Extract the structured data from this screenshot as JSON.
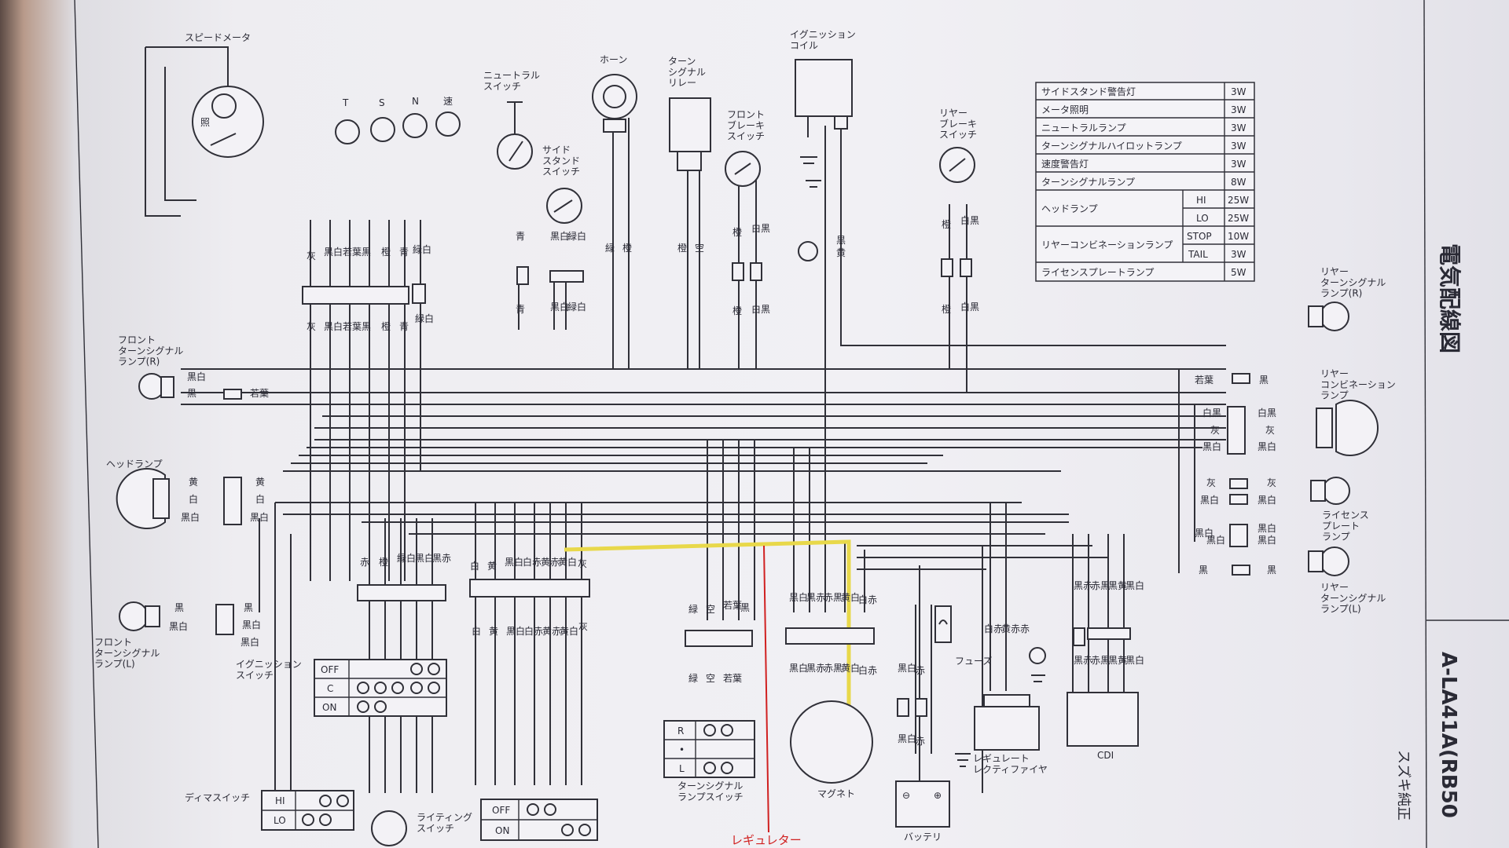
{
  "title": "電気配線図",
  "model": "A-LA41A(RB50",
  "brand": "スズキ純正",
  "handwritten_note": "レギュレター",
  "highlight_color": "#e8d84a",
  "annotation_color": "#d02020",
  "components": {
    "speedometer": "スピードメータ",
    "neutral_switch": "ニュートラル\nスイッチ",
    "horn": "ホーン",
    "turn_relay": "ターン\nシグナル\nリレー",
    "ignition_coil": "イグニッション\nコイル",
    "front_brake_switch": "フロント\nブレーキ\nスイッチ",
    "side_stand_switch": "サイド\nスタンド\nスイッチ",
    "rear_brake_switch": "リヤー\nブレーキ\nスイッチ",
    "front_turn_r": "フロント\nターンシグナル\nランプ(R)",
    "front_turn_l": "フロント\nターンシグナル\nランプ(L)",
    "headlamp": "ヘッドランプ",
    "ignition_switch": "イグニッション\nスイッチ",
    "dimmer_switch": "ディマスイッチ",
    "lighting_switch": "ライティング\nスイッチ",
    "turn_signal_switch": "ターンシグナル\nランプスイッチ",
    "magneto": "マグネト",
    "battery": "バッテリ",
    "fuse": "フューズ",
    "regulator_rectifier": "レギュレート\nレクティファイヤ",
    "cdi": "CDI",
    "rear_turn_r": "リヤー\nターンシグナル\nランプ(R)",
    "rear_combination": "リヤー\nコンビネーション\nランプ",
    "license_lamp": "ライセンス\nプレート\nランプ",
    "rear_turn_l": "リヤー\nターンシグナル\nランプ(L)"
  },
  "meter_labels": [
    "T",
    "S",
    "N",
    "速"
  ],
  "switch_labels": {
    "ignition": [
      "OFF",
      "C",
      "ON"
    ],
    "dimmer": [
      "HI",
      "LO"
    ],
    "lighting": [
      "OFF",
      "ON"
    ],
    "turn": [
      "R",
      "•",
      "L"
    ]
  },
  "wire_colors": {
    "meter_top": [
      "灰",
      "黒白",
      "若葉",
      "黒",
      "橙",
      "青",
      "緑白"
    ],
    "meter_bottom": [
      "灰",
      "黒白",
      "若葉",
      "黒",
      "橙",
      "青",
      "緑白"
    ],
    "neutral": [
      "青",
      "青"
    ],
    "side_stand": [
      "黒白",
      "緑白",
      "黒白",
      "緑白"
    ],
    "horn": [
      "緑",
      "橙"
    ],
    "relay": [
      "橙",
      "空"
    ],
    "front_brake_top": [
      "橙",
      "白黒"
    ],
    "front_brake_bottom": [
      "橙",
      "白黒"
    ],
    "coil": [
      "黒",
      "黄"
    ],
    "rear_brake_top": [
      "橙",
      "白黒"
    ],
    "rear_brake_bottom": [
      "橙",
      "白黒"
    ],
    "front_turn_r": [
      "黒白",
      "黒",
      "若葉"
    ],
    "headlamp": [
      "黄",
      "白",
      "黒白"
    ],
    "headlamp_right": [
      "黄",
      "白",
      "黒白"
    ],
    "front_turn_l": [
      "黒",
      "黒白"
    ],
    "front_turn_l_right": [
      "黒",
      "黒白",
      "黒白"
    ],
    "ign_conn_top": [
      "赤",
      "橙",
      "緑白",
      "黒白",
      "黒赤"
    ],
    "main_conn_top": [
      "白",
      "黄",
      "黒白",
      "白赤",
      "黄赤",
      "黄白",
      "灰"
    ],
    "main_conn_bottom": [
      "白",
      "黄",
      "黒白",
      "白赤",
      "黄赤",
      "黄白",
      "灰"
    ],
    "turn_conn_top": [
      "緑",
      "空",
      "若葉",
      "黒"
    ],
    "turn_conn_bottom": [
      "緑",
      "空",
      "若葉"
    ],
    "magneto_top": [
      "黒白",
      "黒赤",
      "赤黒",
      "黄白",
      "白赤"
    ],
    "magneto_bottom": [
      "黒白",
      "黒赤",
      "赤黒",
      "黄白",
      "白赤"
    ],
    "battery": [
      "黒白",
      "赤",
      "黒白",
      "赤"
    ],
    "regulator": [
      "白赤",
      "黄赤",
      "赤"
    ],
    "cdi_top": [
      "黒赤",
      "赤黒",
      "黒黄",
      "黒白"
    ],
    "cdi_bottom": [
      "黒赤",
      "赤黒",
      "黒黄",
      "黒白"
    ],
    "rear_turn_r": [
      "若葉",
      "黒"
    ],
    "rear_combo_left": [
      "白黒",
      "灰",
      "黒白"
    ],
    "rear_combo_right": [
      "白黒",
      "灰",
      "黒白"
    ],
    "license": [
      "灰",
      "黒白",
      "灰",
      "黒白"
    ],
    "rear_turn_l_top": [
      "黒白",
      "黒白",
      "黒白",
      "黒白"
    ],
    "rear_turn_l": [
      "黒",
      "黒"
    ]
  },
  "lamp_table": [
    {
      "name": "サイドスタンド警告灯",
      "mode": "",
      "watt": "3W"
    },
    {
      "name": "メータ照明",
      "mode": "",
      "watt": "3W"
    },
    {
      "name": "ニュートラルランプ",
      "mode": "",
      "watt": "3W"
    },
    {
      "name": "ターンシグナルハイロットランプ",
      "mode": "",
      "watt": "3W"
    },
    {
      "name": "速度警告灯",
      "mode": "",
      "watt": "3W"
    },
    {
      "name": "ターンシグナルランプ",
      "mode": "",
      "watt": "8W"
    },
    {
      "name": "ヘッドランプ",
      "mode": "HI",
      "watt": "25W"
    },
    {
      "name": "",
      "mode": "LO",
      "watt": "25W"
    },
    {
      "name": "リヤーコンビネーションランプ",
      "mode": "STOP",
      "watt": "10W"
    },
    {
      "name": "",
      "mode": "TAIL",
      "watt": "3W"
    },
    {
      "name": "ライセンスプレートランプ",
      "mode": "",
      "watt": "5W"
    }
  ]
}
